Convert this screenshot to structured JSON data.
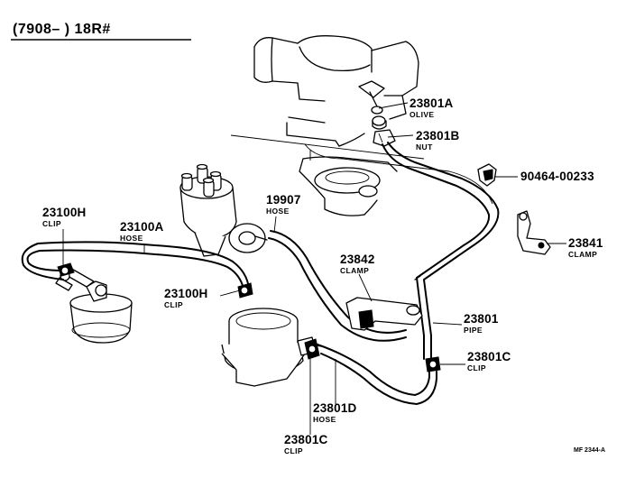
{
  "header": {
    "text": "(7908–        ) 18R#"
  },
  "footer": {
    "ref": "MF 2344-A"
  },
  "parts": [
    {
      "id": "p23801A",
      "number": "23801A",
      "name": "OLIVE"
    },
    {
      "id": "p23801B",
      "number": "23801B",
      "name": "NUT"
    },
    {
      "id": "p90464",
      "number": "90464-00233",
      "name": ""
    },
    {
      "id": "p19907",
      "number": "19907",
      "name": "HOSE"
    },
    {
      "id": "p23841",
      "number": "23841",
      "name": "CLAMP"
    },
    {
      "id": "p23100H_top",
      "number": "23100H",
      "name": "CLIP"
    },
    {
      "id": "p23100A",
      "number": "23100A",
      "name": "HOSE"
    },
    {
      "id": "p23842",
      "number": "23842",
      "name": "CLAMP"
    },
    {
      "id": "p23100H_mid",
      "number": "23100H",
      "name": "CLIP"
    },
    {
      "id": "p23801",
      "number": "23801",
      "name": "PIPE"
    },
    {
      "id": "p23801C_right",
      "number": "23801C",
      "name": "CLIP"
    },
    {
      "id": "p23801D",
      "number": "23801D",
      "name": "HOSE"
    },
    {
      "id": "p23801C_bottom",
      "number": "23801C",
      "name": "CLIP"
    }
  ]
}
